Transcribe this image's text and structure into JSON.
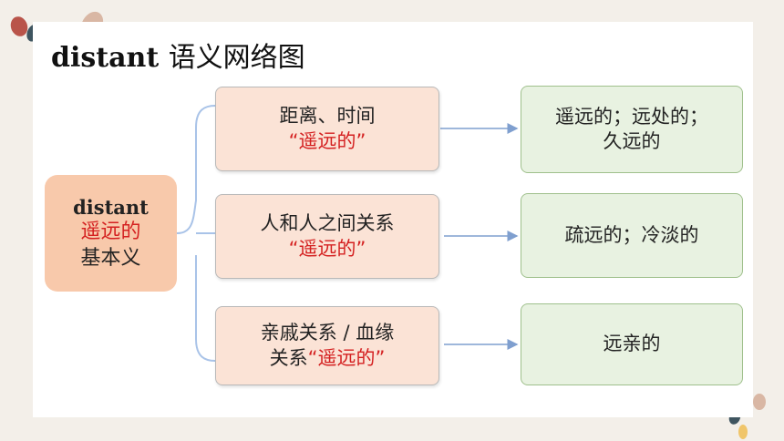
{
  "title": {
    "en": "distant",
    "zh": "语义网络图"
  },
  "root": {
    "word": "distant",
    "meaning": "遥远的",
    "label": "基本义"
  },
  "branches": [
    {
      "line1": "距离、时间",
      "line2_prefix": "",
      "quote": "“遥远的”",
      "leaf": [
        "遥远的；远处的；",
        "久远的"
      ]
    },
    {
      "line1": "人和人之间关系",
      "line2_prefix": "",
      "quote": "“遥远的”",
      "leaf": [
        "疏远的；冷淡的"
      ]
    },
    {
      "line1": "亲戚关系 / 血缘",
      "line2_prefix": "关系",
      "quote": "“遥远的”",
      "leaf": [
        "远亲的"
      ]
    }
  ],
  "colors": {
    "root": "#f8c9ab",
    "mid": "#fbe3d6",
    "leaf": "#e8f2e1",
    "accent_text": "#d42020",
    "arrow": "#7f9fcf"
  }
}
